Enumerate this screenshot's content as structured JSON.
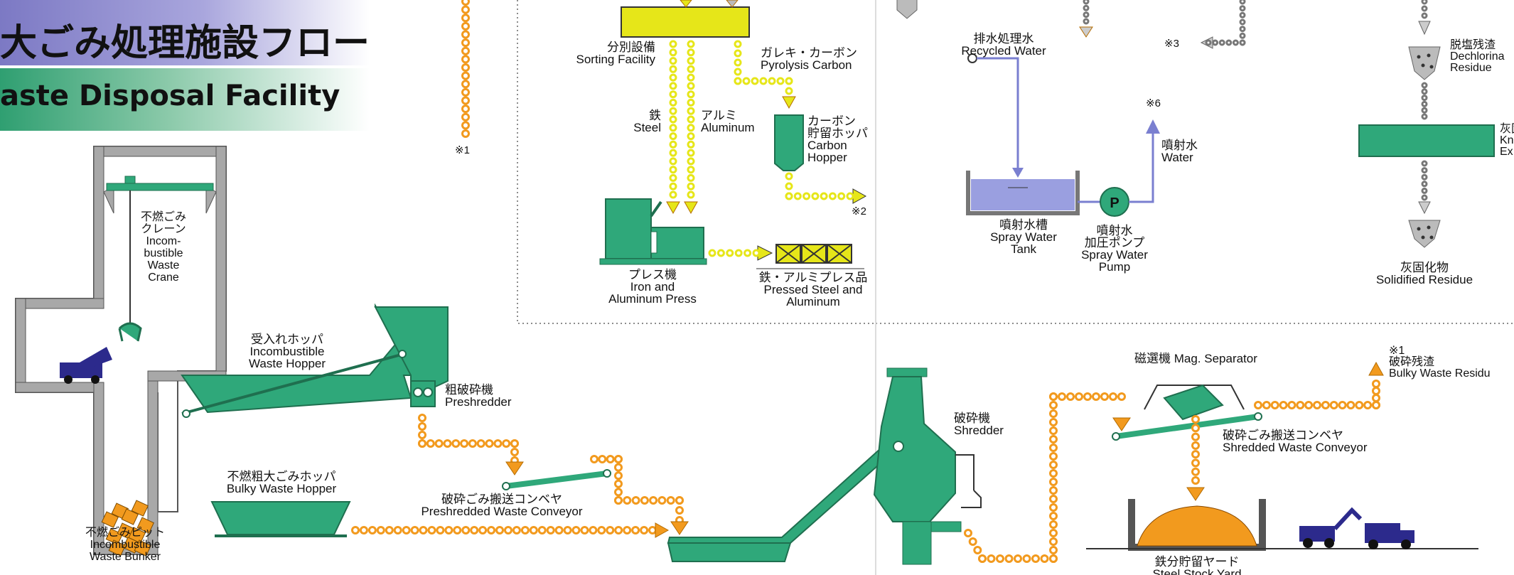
{
  "title": {
    "jp": "大ごみ処理施設フロー",
    "en": "aste Disposal Facility"
  },
  "colors": {
    "equipment": "#2fa87a",
    "equipment_dark": "#1f6f4f",
    "walls": "#8a8a8a",
    "dots": "#f29a1e",
    "yellow_line": "#e6e619",
    "water_tank": "#9a9fe0",
    "truck": "#2c2a8c",
    "title_band_jp": "#8f8ccf",
    "title_band_en": "#3aa57a"
  },
  "labels": {
    "crane": [
      "不燃ごみ",
      "クレーン",
      "Incom-",
      "bustible",
      "Waste",
      "Crane"
    ],
    "bunker": [
      "不燃ごみピット",
      "Incombustible",
      "Waste Bunker"
    ],
    "receiving_hopper": [
      "受入れホッパ",
      "Incombustible",
      "Waste Hopper"
    ],
    "preshredder": [
      "粗破砕機",
      "Preshredder"
    ],
    "bulky_hopper": [
      "不燃粗大ごみホッパ",
      "Bulky Waste Hopper"
    ],
    "preshredded_conveyor": [
      "破砕ごみ搬送コンベヤ",
      "Preshredded Waste Conveyor"
    ],
    "note1_left": "※1",
    "sorting": [
      "分別設備",
      "Sorting Facility"
    ],
    "pyrolysis_carbon": [
      "ガレキ・カーボン",
      "Pyrolysis Carbon"
    ],
    "steel": [
      "鉄",
      "Steel"
    ],
    "aluminum": [
      "アルミ",
      "Aluminum"
    ],
    "carbon_hopper": [
      "カーボン",
      "貯留ホッパ",
      "Carbon",
      "Hopper"
    ],
    "note2": "※2",
    "press": [
      "プレス機",
      "Iron and",
      "Aluminum Press"
    ],
    "pressed_product": [
      "鉄・アルミプレス品",
      "Pressed Steel and",
      "Aluminum"
    ],
    "recycled_water": [
      "排水処理水",
      "Recycled Water"
    ],
    "note3": "※3",
    "note6": "※6",
    "spray_water": [
      "噴射水",
      "Water"
    ],
    "spray_tank": [
      "噴射水槽",
      "Spray Water",
      "Tank"
    ],
    "spray_pump": [
      "噴射水",
      "加圧ポンプ",
      "Spray Water",
      "Pump"
    ],
    "pump_symbol": "P",
    "dechlorination": [
      "脱塩残渣",
      "Dechlorina",
      "Residue"
    ],
    "kneader": [
      "灰固",
      "Kn",
      "Ex"
    ],
    "solidified": [
      "灰固化物",
      "Solidified Residue"
    ],
    "shredder": [
      "破砕機",
      "Shredder"
    ],
    "mag_separator": "磁選機 Mag. Separator",
    "bulky_residue": [
      "※1",
      "破砕残渣",
      "Bulky Waste Residu"
    ],
    "shredded_conveyor": [
      "破砕ごみ搬送コンベヤ",
      "Shredded Waste Conveyor"
    ],
    "steel_yard": [
      "鉄分貯留ヤード",
      "Steel Stock Yard"
    ]
  }
}
